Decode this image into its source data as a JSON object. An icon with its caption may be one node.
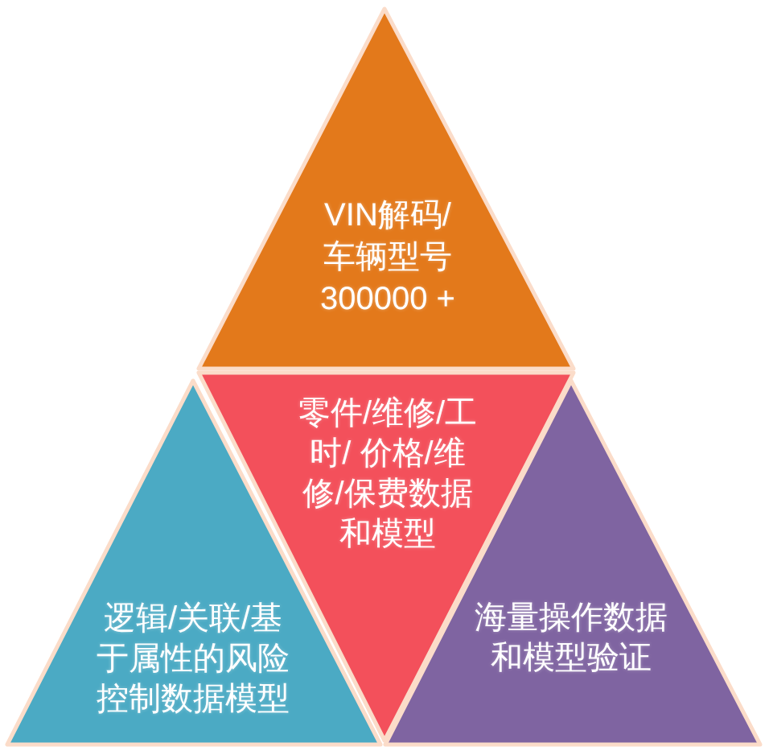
{
  "diagram": {
    "nodes": [
      {
        "text": [
          "VIN解码/车辆型号300000 +"
        ]
      },
      {
        "text": [
          "零件/维修/工时/ 价格/维修/保费数据和模型"
        ]
      },
      {
        "text": [
          "逻辑/关联/基于属性的风险控制数据模型"
        ]
      },
      {
        "text": [
          "海量操作数据和模型验证"
        ]
      }
    ]
  }
}
